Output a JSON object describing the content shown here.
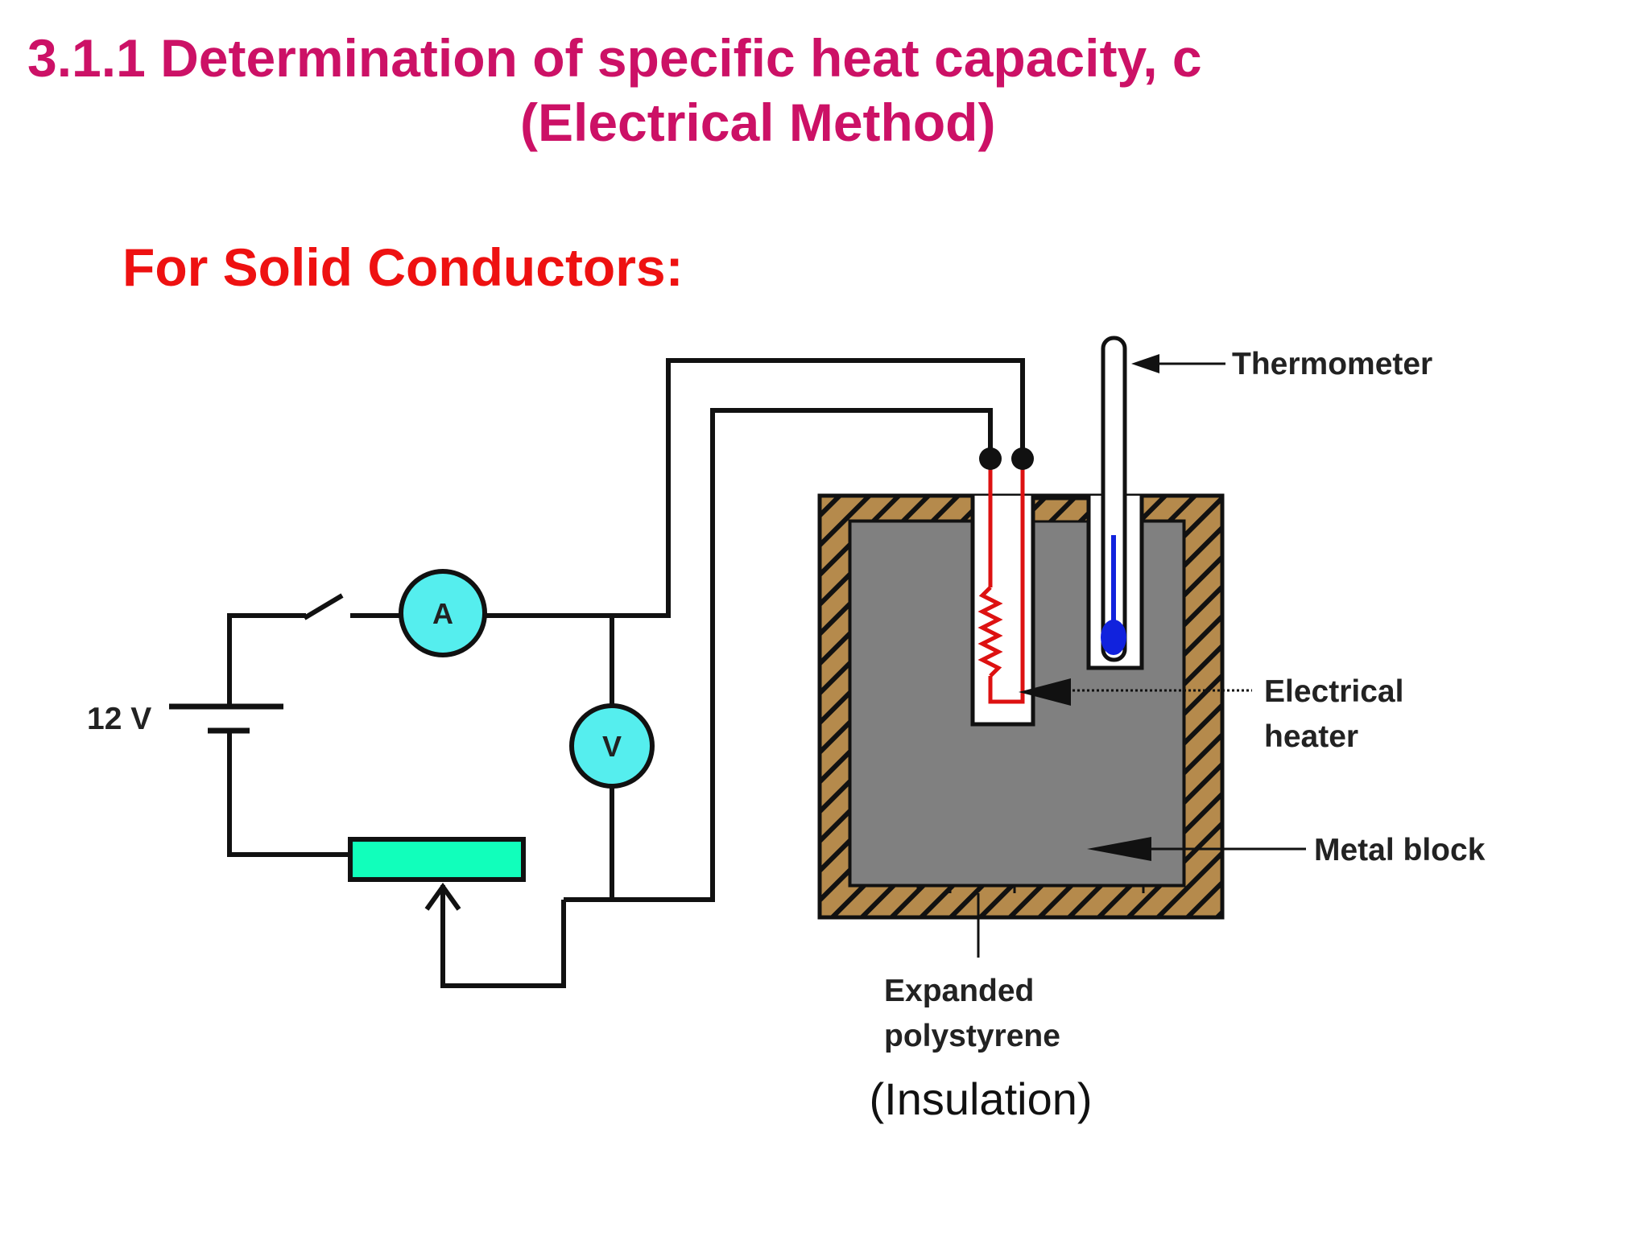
{
  "slide": {
    "title_line1": "3.1.1   Determination of specific heat capacity, c",
    "title_line2": "(Electrical Method)",
    "subtitle": "For Solid Conductors:"
  },
  "diagram": {
    "supply_voltage": "12 V",
    "ammeter_symbol": "A",
    "voltmeter_symbol": "V",
    "labels": {
      "thermometer": "Thermometer",
      "heater_line1": "Electrical",
      "heater_line2": "heater",
      "metal_block": "Metal block",
      "insulation_line1": "Expanded",
      "insulation_line2": "polystyrene",
      "insulation_note": "(Insulation)"
    },
    "colors": {
      "title": "#cc1166",
      "subtitle": "#ee1111",
      "meter_fill": "#55eeee",
      "rheostat_fill": "#11ffbb",
      "insulation": "#b58a4c",
      "metal_block": "#808080",
      "heater_wire": "#dd1111",
      "thermometer_liquid": "#1122dd"
    }
  }
}
